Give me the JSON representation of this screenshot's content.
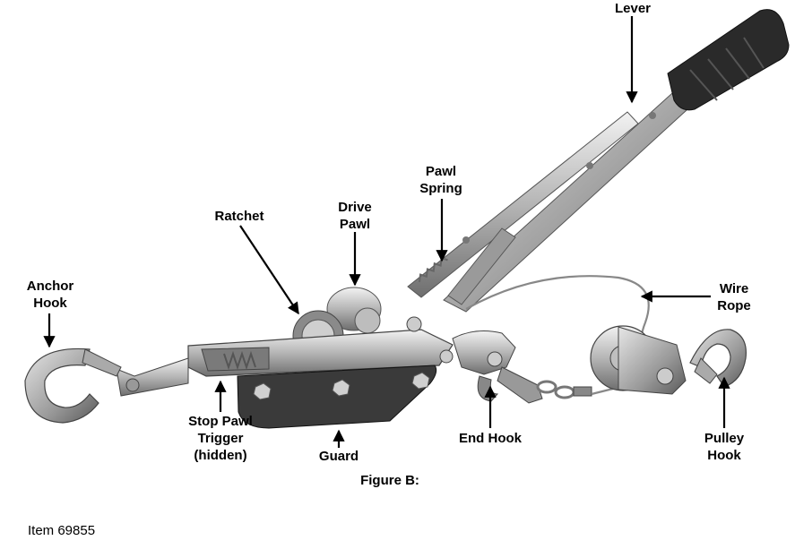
{
  "labels": {
    "lever": "Lever",
    "pawl_spring": [
      "Pawl",
      "Spring"
    ],
    "drive_pawl": [
      "Drive",
      "Pawl"
    ],
    "ratchet": "Ratchet",
    "anchor_hook": [
      "Anchor",
      "Hook"
    ],
    "wire_rope": [
      "Wire",
      "Rope"
    ],
    "pulley_hook": [
      "Pulley",
      "Hook"
    ],
    "end_hook": "End Hook",
    "guard": "Guard",
    "stop_pawl_trigger": [
      "Stop Pawl",
      "Trigger",
      "(hidden)"
    ]
  },
  "caption": "Figure B:",
  "item": "Item 69855"
}
